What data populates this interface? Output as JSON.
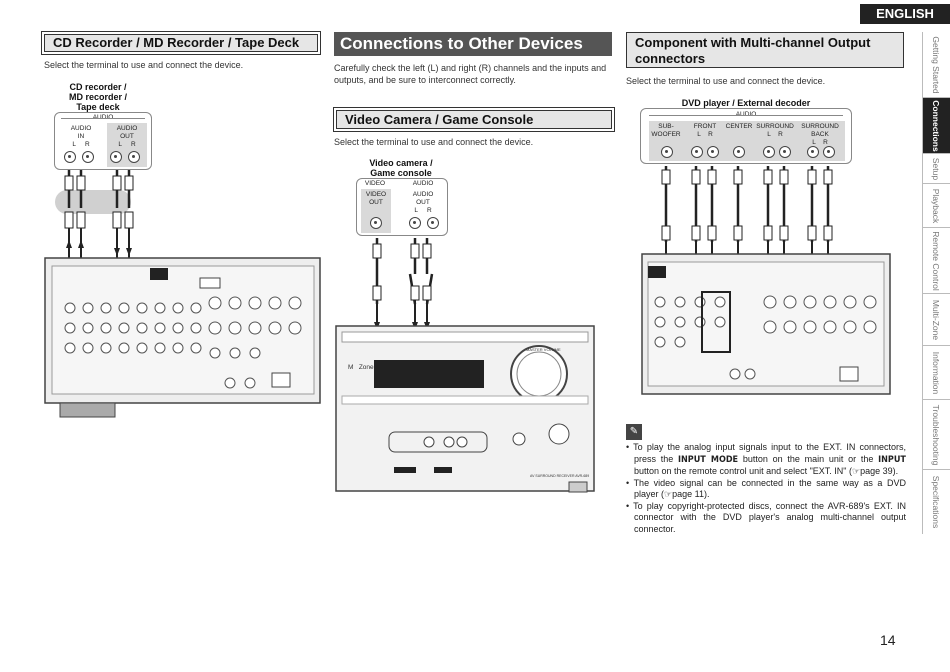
{
  "language_tab": "ENGLISH",
  "page_number": "14",
  "side_tabs": [
    {
      "label": "Getting Started",
      "active": false
    },
    {
      "label": "Connections",
      "active": true
    },
    {
      "label": "Setup",
      "active": false
    },
    {
      "label": "Playback",
      "active": false
    },
    {
      "label": "Remote Control",
      "active": false
    },
    {
      "label": "Multi-Zone",
      "active": false
    },
    {
      "label": "Information",
      "active": false
    },
    {
      "label": "Troubleshooting",
      "active": false
    },
    {
      "label": "Specifications",
      "active": false
    }
  ],
  "left": {
    "title": "CD Recorder / MD Recorder / Tape Deck",
    "intro": "Select the terminal to use and connect the device.",
    "device_label_1": "CD recorder /",
    "device_label_2": "MD recorder /",
    "device_label_3": "Tape deck",
    "panel_section": "AUDIO",
    "jack1_l1": "AUDIO",
    "jack1_l2": "IN",
    "jack2_l1": "AUDIO",
    "jack2_l2": "OUT",
    "l": "L",
    "r": "R"
  },
  "middle": {
    "title": "Connections to Other Devices",
    "intro": "Carefully check the left (L) and right (R) channels and the inputs and outputs, and be sure to interconnect correctly.",
    "sub_title": "Video Camera / Game Console",
    "sub_intro": "Select the terminal to use and connect the device.",
    "device_label_1": "Video camera /",
    "device_label_2": "Game console",
    "video_section": "VIDEO",
    "audio_section": "AUDIO",
    "video_l1": "VIDEO",
    "video_l2": "OUT",
    "audio_l1": "AUDIO",
    "audio_l2": "OUT",
    "l": "L",
    "r": "R"
  },
  "right": {
    "title_1": "Component with Multi-channel Output",
    "title_2": "connectors",
    "intro": "Select the terminal to use and connect the device.",
    "device_label": "DVD player / External decoder",
    "panel_section": "AUDIO",
    "channels": [
      {
        "l1": "SUB-",
        "l2": "WOOFER",
        "lr": false
      },
      {
        "l1": "FRONT",
        "l2": "",
        "lr": true
      },
      {
        "l1": "CENTER",
        "l2": "",
        "lr": false
      },
      {
        "l1": "SURROUND",
        "l2": "",
        "lr": true
      },
      {
        "l1": "SURROUND",
        "l2": "BACK",
        "lr": true
      }
    ],
    "l": "L",
    "r": "R"
  },
  "notes": {
    "n1_a": "To play the analog input signals input to the EXT. IN connectors, press the ",
    "n1_b1": "INPUT MODE",
    "n1_c": " button on the main unit or the ",
    "n1_b2": "INPUT",
    "n1_d": " button on the remote control unit and select \"EXT. IN\" (",
    "n1_ref": "page 39).",
    "n2_a": "The video signal can be connected in the same way as a DVD player (",
    "n2_ref": "page 11).",
    "n3": "To play copyright-protected discs, connect the AVR-689's EXT. IN connector with the DVD player's analog multi-channel output connector."
  },
  "front_panel": {
    "zone_label": "M   Zone",
    "master_volume": "MASTER VOLUME",
    "model": "AV SURROUND RECEIVER AVR-689"
  }
}
